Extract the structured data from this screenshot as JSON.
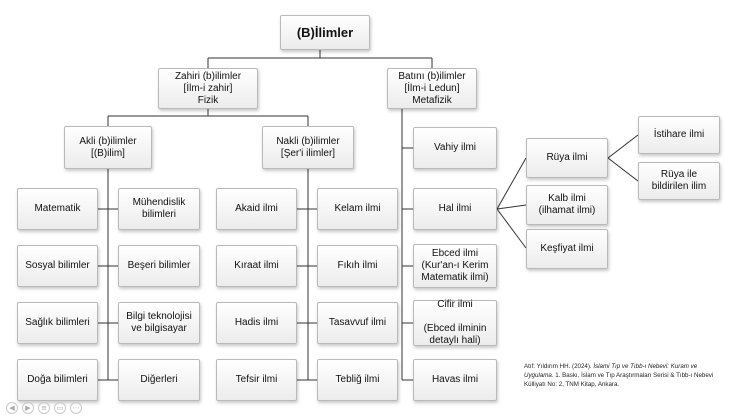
{
  "root": "(B)İlimler",
  "zahiri": "Zahiri (b)ilimler\n[İlm-i zahir]\nFizik",
  "batini": "Batını (b)ilimler\n[İlm-i Ledun]\nMetafizik",
  "akli": "Akli (b)ilimler\n[(B)ilim]",
  "nakli": "Nakli (b)ilimler\n[Şer'i ilimler]",
  "akli_left": [
    "Matematik",
    "Sosyal bilimler",
    "Sağlık bilimleri",
    "Doğa bilimleri"
  ],
  "akli_right": [
    "Mühendislik\nbilimleri",
    "Beşeri bilimler",
    "Bilgi teknolojisi\nve bilgisayar",
    "Diğerleri"
  ],
  "nakli_left": [
    "Akaid ilmi",
    "Kıraat ilmi",
    "Hadis ilmi",
    "Tefsir ilmi"
  ],
  "nakli_right": [
    "Kelam ilmi",
    "Fıkıh ilmi",
    "Tasavvuf ilmi",
    "Tebliğ ilmi"
  ],
  "batini_items": [
    "Vahiy ilmi",
    "Hal ilmi",
    "Ebced ilmi\n(Kur'an-ı Kerim\nMatematik ilmi)",
    "Cifir ilmi\n\n(Ebced ilminin\ndetaylı hali)",
    "Havas ilmi"
  ],
  "hal_items": [
    "Rüya ilmi",
    "Kalb ilmi\n(ilhamat ilmi)",
    "Keşfiyat ilmi"
  ],
  "ruya_items": [
    "İstihare ilmi",
    "Rüya ile\nbildirilen ilim"
  ],
  "citation": {
    "prefix": "Atıf: Yıldırım HH. (2024). ",
    "title": "İslami Tıp ve Tıbb-ı Nebevi: Kuram ve Uygulama",
    "suffix": ". 1. Baskı, İslam ve Tıp Araştırmaları Serisi & Tıbb-ı Nebevi Külliyatı No: 2, TNM Kitap, Ankara."
  },
  "toolbar_icons": [
    "back-icon",
    "forward-icon",
    "menu-icon",
    "slide-icon",
    "more-icon"
  ]
}
